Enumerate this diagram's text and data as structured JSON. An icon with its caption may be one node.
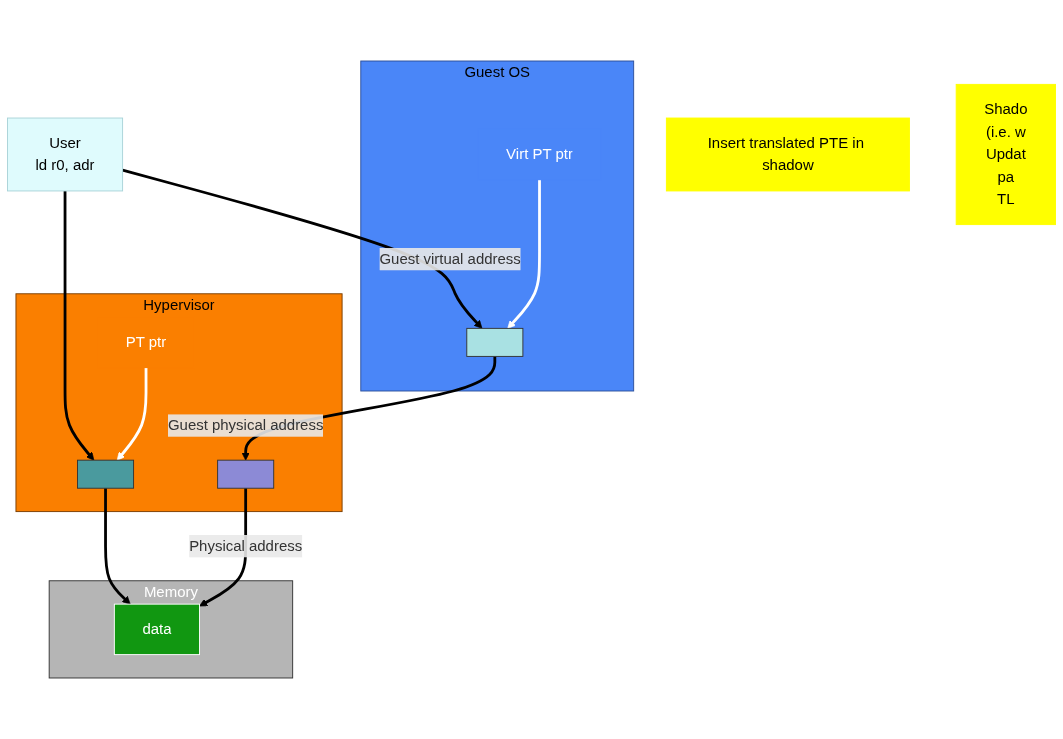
{
  "diagram": {
    "nodes": [
      {
        "text": [
          "Insert translated PTE in shadow"
        ]
      },
      {
        "text": [
          "User",
          "ld r0, adr"
        ]
      },
      {
        "text": [
          "Guest OS"
        ]
      },
      {
        "text": [
          "Virt PT ptr"
        ],
        "in": 2
      },
      {
        "text": [],
        "shape": "box",
        "in": 2
      },
      {
        "text": [
          "Shado",
          "(i.e. w",
          "Updat",
          "pa",
          "TL"
        ]
      },
      {
        "text": [
          "Hypervisor"
        ]
      },
      {
        "text": [
          "PT ptr"
        ],
        "in": 6
      },
      {
        "text": [],
        "shape": "box",
        "in": 6
      },
      {
        "text": [],
        "shape": "box",
        "in": 6
      },
      {
        "text": [
          "Memory"
        ]
      },
      {
        "text": [
          "data"
        ],
        "in": 10
      }
    ],
    "edges": [
      {
        "from": 1,
        "to": 4,
        "arrow": "to",
        "label": "Guest virtual address"
      },
      {
        "from": 3,
        "to": 4,
        "arrow": "to",
        "color": "#ffffff"
      },
      {
        "from": 1,
        "to": 8,
        "arrow": "to"
      },
      {
        "from": 4,
        "to": 9,
        "arrow": "to",
        "label": "Guest physical address"
      },
      {
        "from": 7,
        "to": 8,
        "arrow": "to",
        "color": "#ffffff"
      },
      {
        "from": 8,
        "to": 11,
        "arrow": "to"
      },
      {
        "from": 9,
        "to": 11,
        "arrow": "to",
        "label": "Physical address"
      }
    ]
  }
}
